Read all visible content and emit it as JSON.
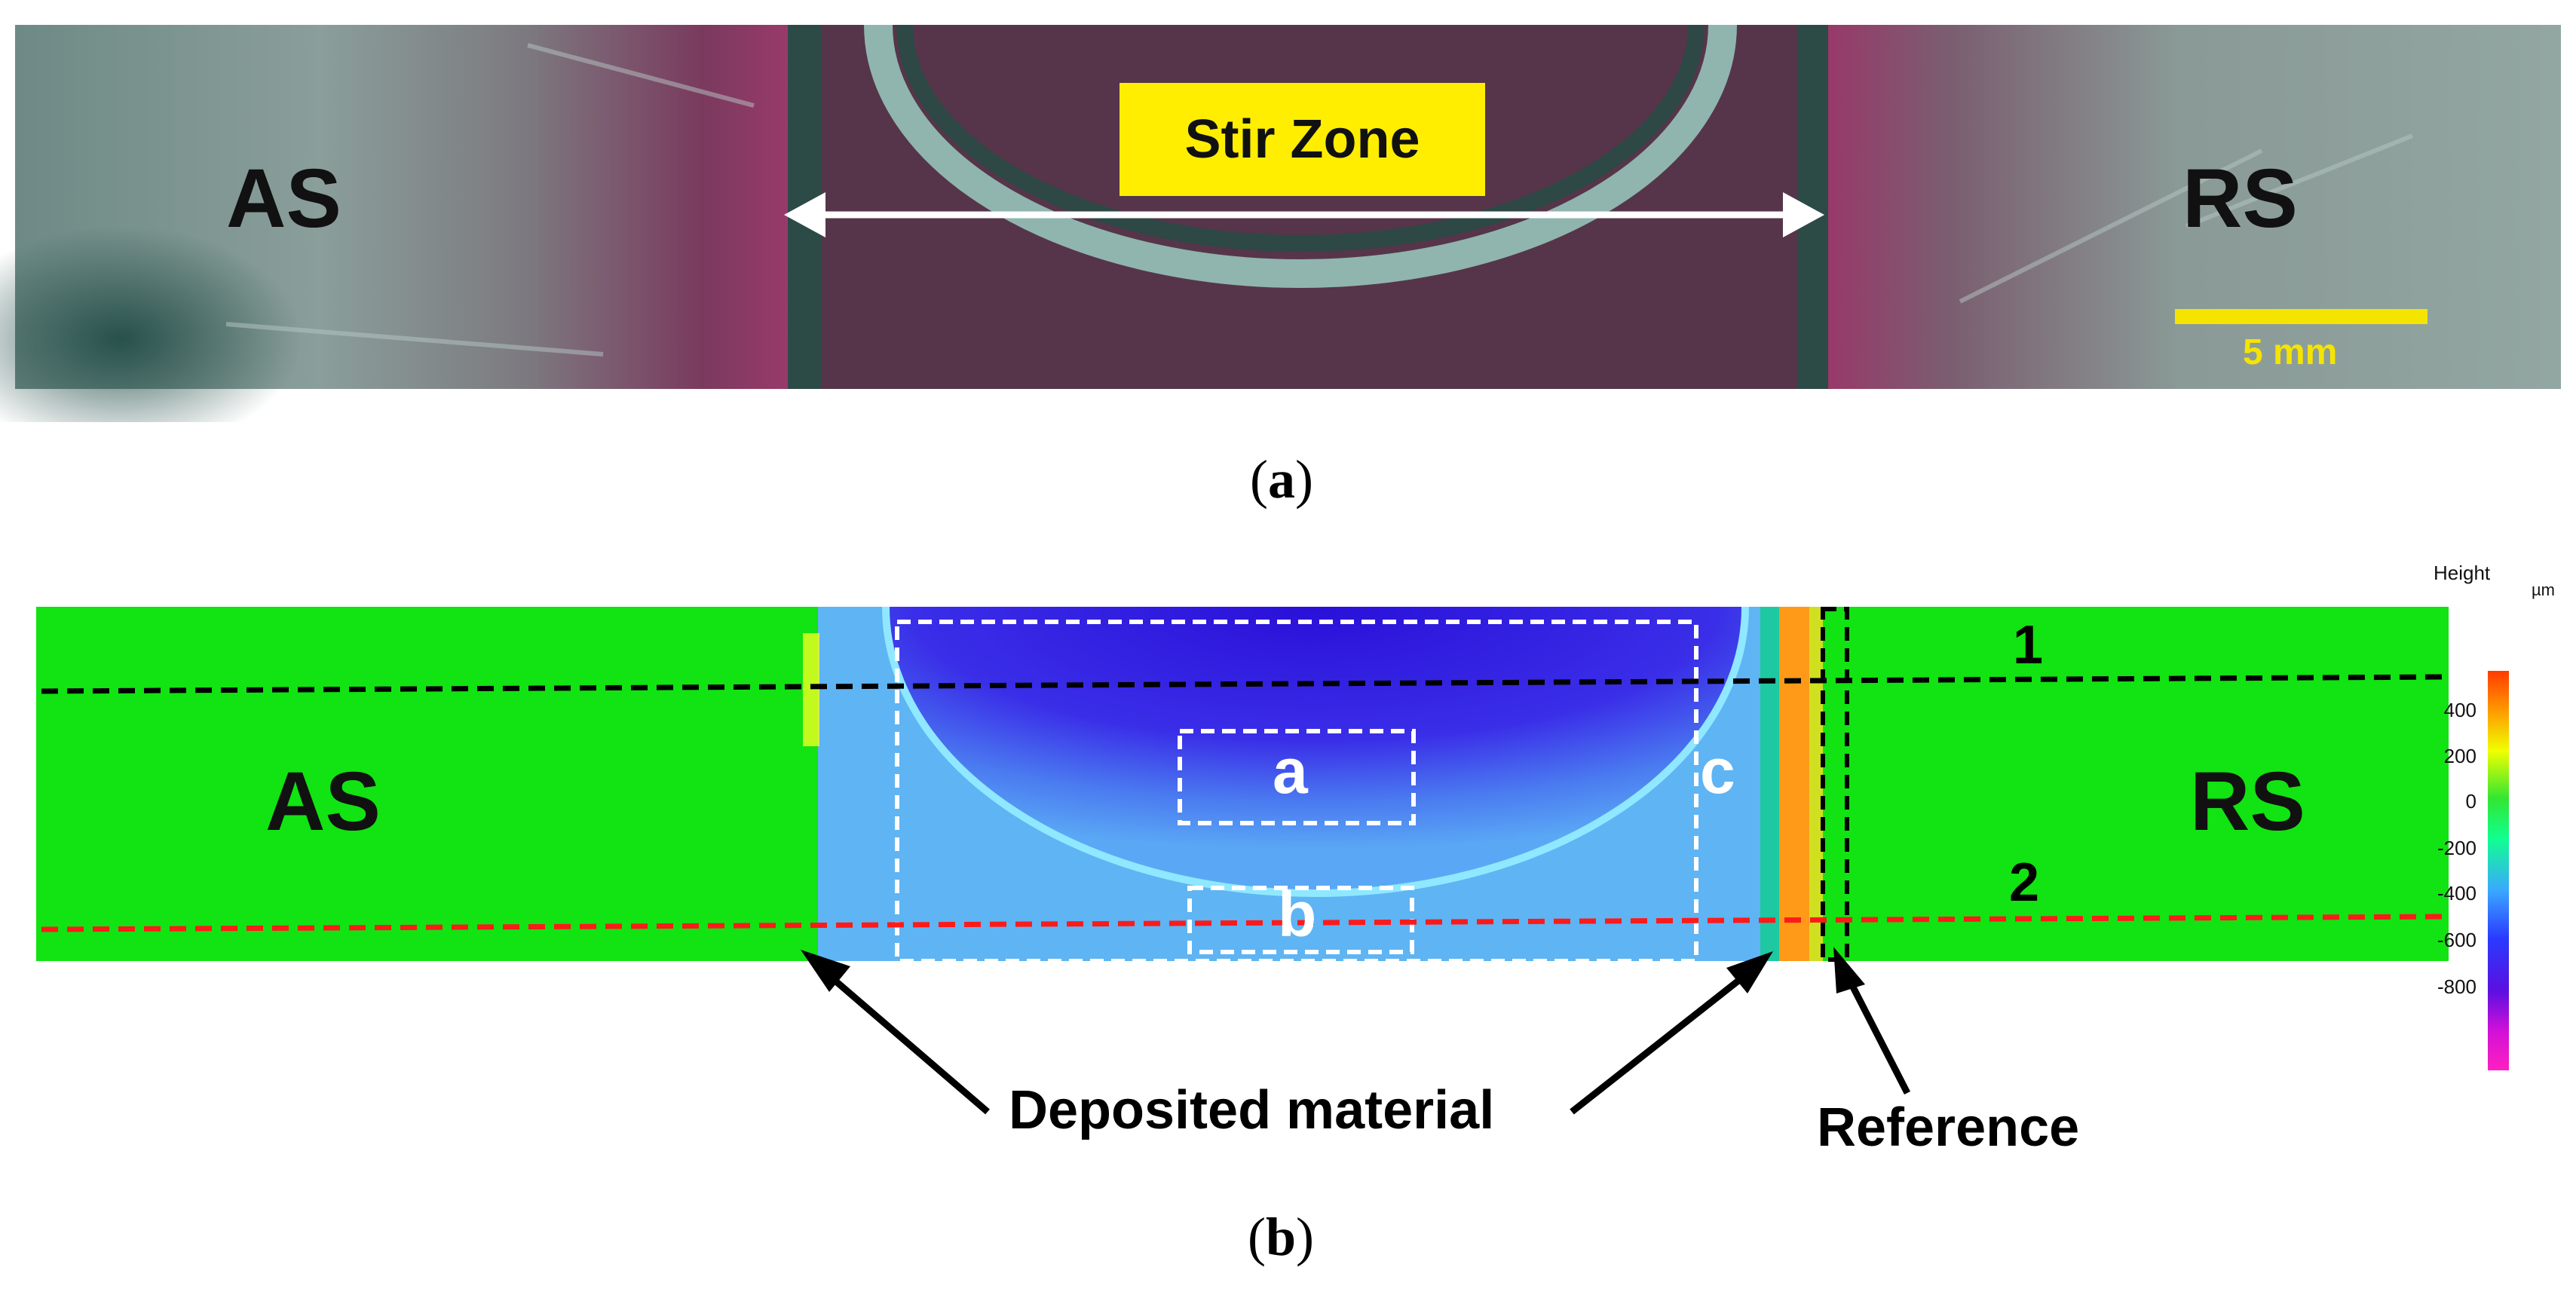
{
  "panel_a": {
    "caption_open": "(",
    "caption_letter": "a",
    "caption_close": ")",
    "left_label": "AS",
    "right_label": "RS",
    "zone_label": "Stir Zone",
    "scale_bar": "5 mm"
  },
  "panel_b": {
    "caption_open": "(",
    "caption_letter": "b",
    "caption_close": ")",
    "left_label": "AS",
    "right_label": "RS",
    "region_a": "a",
    "region_b": "b",
    "region_c": "c",
    "line_1": "1",
    "line_2": "2",
    "callout_deposited": "Deposited material",
    "callout_reference": "Reference",
    "colorbar": {
      "title": "Height",
      "unit": "µm",
      "ticks": [
        "400",
        "200",
        "0",
        "-200",
        "-400",
        "-600",
        "-800"
      ]
    }
  },
  "colors": {
    "stir_zone_box": "#ffee00",
    "scale_bar": "#f5e400",
    "base_green": "#12e312",
    "line_1": "#000000",
    "line_2": "#ff1a1a"
  }
}
